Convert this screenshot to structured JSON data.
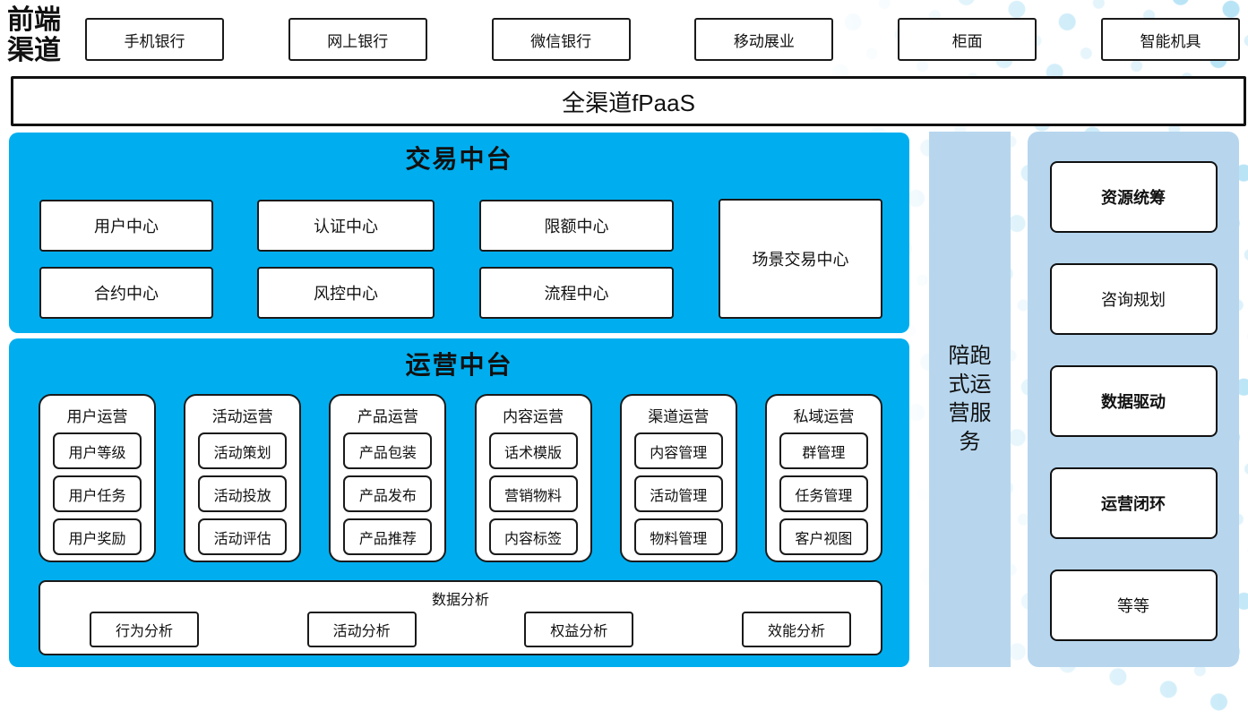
{
  "front_channels": {
    "label": "前端渠道",
    "items": [
      "手机银行",
      "网上银行",
      "微信银行",
      "移动展业",
      "柜面",
      "智能机具"
    ]
  },
  "fpaas_label": "全渠道fPaaS",
  "trade_platform": {
    "title": "交易中台",
    "items": [
      "用户中心",
      "认证中心",
      "限额中心",
      "合约中心",
      "风控中心",
      "流程中心"
    ],
    "tall_item": "场景交易中心"
  },
  "operation_platform": {
    "title": "运营中台",
    "columns": [
      {
        "title": "用户运营",
        "items": [
          "用户等级",
          "用户任务",
          "用户奖励"
        ]
      },
      {
        "title": "活动运营",
        "items": [
          "活动策划",
          "活动投放",
          "活动评估"
        ]
      },
      {
        "title": "产品运营",
        "items": [
          "产品包装",
          "产品发布",
          "产品推荐"
        ]
      },
      {
        "title": "内容运营",
        "items": [
          "话术模版",
          "营销物料",
          "内容标签"
        ]
      },
      {
        "title": "渠道运营",
        "items": [
          "内容管理",
          "活动管理",
          "物料管理"
        ]
      },
      {
        "title": "私域运营",
        "items": [
          "群管理",
          "任务管理",
          "客户视图"
        ]
      }
    ],
    "analysis": {
      "title": "数据分析",
      "items": [
        "行为分析",
        "活动分析",
        "权益分析",
        "效能分析"
      ]
    }
  },
  "side_service_label": "陪跑式运营服务",
  "right_panel": {
    "items": [
      "资源统筹",
      "咨询规划",
      "数据驱动",
      "运营闭环",
      "等等"
    ]
  },
  "colors": {
    "accent_blue": "#00AEEF",
    "light_blue": "#B7D6EE",
    "dot_blue": "#B9E4F6",
    "border_black": "#1A1A1A"
  }
}
